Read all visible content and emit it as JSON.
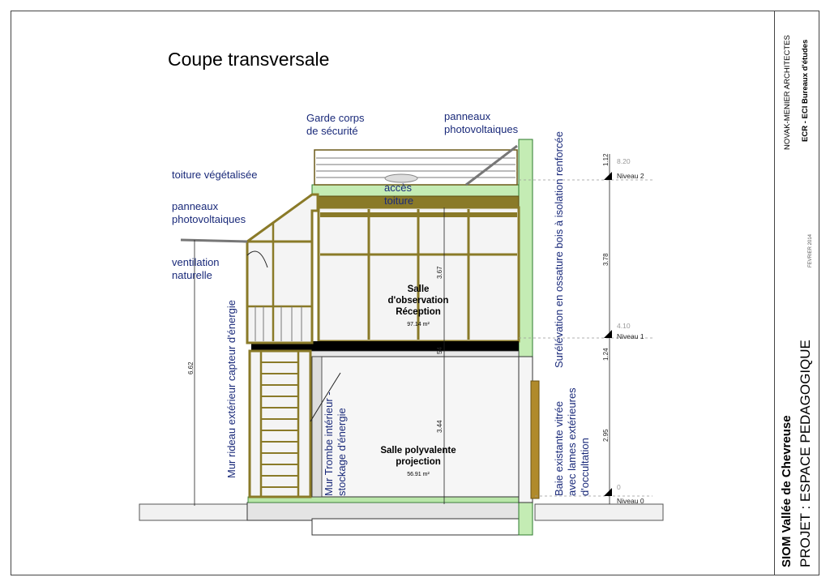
{
  "title": "Coupe transversale",
  "annotations": {
    "garde_corps": [
      "Garde corps",
      "de sécurité"
    ],
    "panneaux_haut": [
      "panneaux",
      "photovoltaiques"
    ],
    "toiture": "toiture végétalisée",
    "panneaux_gauche": [
      "panneaux",
      "photovoltaiques"
    ],
    "ventilation": [
      "ventilation",
      "naturelle"
    ],
    "acces": [
      "accès",
      "toiture"
    ],
    "mur_rideau": "Mur rideau extérieur capteur d'énergie",
    "mur_trombe": [
      "Mur Trombe intérieur -",
      "stockage d'énergie"
    ],
    "surelevation": "Surélévation en ossature bois à isolation renforcée",
    "baie": [
      "Baie  existante vitrée",
      "avec lames extérieures",
      "d'occultation"
    ]
  },
  "rooms": {
    "upper": {
      "name": [
        "Salle",
        "d'observation",
        "Réception"
      ],
      "area": "97.14 m²"
    },
    "lower": {
      "name": [
        "Salle polyvalente",
        "projection"
      ],
      "area": "56.91 m²"
    }
  },
  "dimensions": {
    "overall_left": "6.62",
    "upper_height": "3.67",
    "slab": "54",
    "lower_height": "3.44",
    "right_top": "1.12",
    "right_upper": "3.78",
    "right_mid": "1.24",
    "right_lower": "2.95"
  },
  "levels": [
    {
      "value": "8.20",
      "label": "Niveau 2"
    },
    {
      "value": "4.10",
      "label": "Niveau 1"
    },
    {
      "value": "0",
      "label": "Niveau 0"
    }
  ],
  "cartouche": {
    "firm": "NOVAK-MENIER ARCHITECTES",
    "bureau": "ECR - ECI Bureaux d'études",
    "date": "FEVRIER 2014",
    "client": "SIOM Vallée de Chevreuse",
    "project": "PROJET : ESPACE PEDAGOGIQUE"
  }
}
